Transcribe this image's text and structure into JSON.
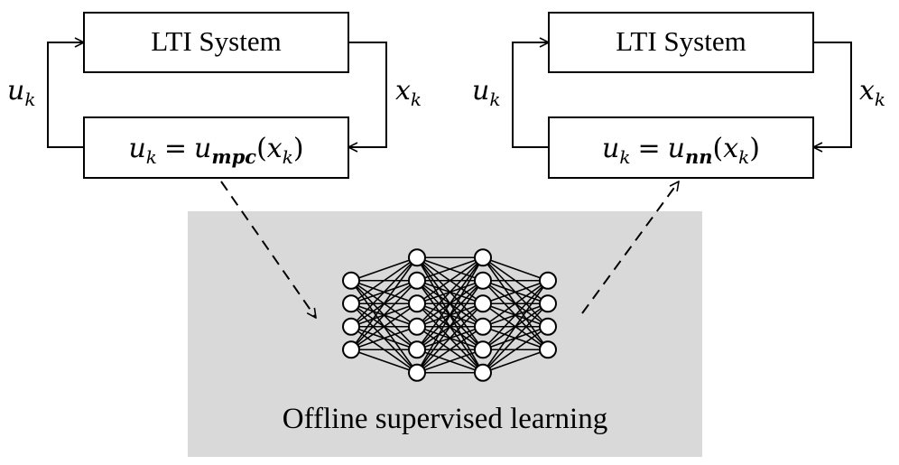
{
  "left_loop": {
    "plant_label": "LTI System",
    "controller": {
      "lhs": "u",
      "lhs_sub": "k",
      "eq": "=",
      "fn": "u",
      "fn_sub": "mpc",
      "open": "(",
      "arg": "x",
      "arg_sub": "k",
      "close": ")"
    },
    "input_label": {
      "base": "u",
      "sub": "k"
    },
    "state_label": {
      "base": "x",
      "sub": "k"
    }
  },
  "right_loop": {
    "plant_label": "LTI System",
    "controller": {
      "lhs": "u",
      "lhs_sub": "k",
      "eq": "=",
      "fn": "u",
      "fn_sub": "nn",
      "open": "(",
      "arg": "x",
      "arg_sub": "k",
      "close": ")"
    },
    "input_label": {
      "base": "u",
      "sub": "k"
    },
    "state_label": {
      "base": "x",
      "sub": "k"
    }
  },
  "learning_panel": {
    "caption": "Offline supervised learning",
    "background": "#d9d9d9",
    "layers": [
      4,
      6,
      6,
      4
    ]
  }
}
